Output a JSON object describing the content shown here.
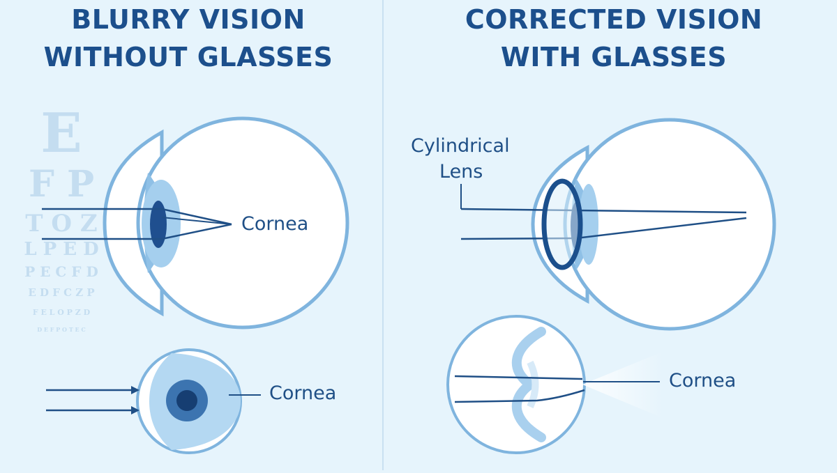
{
  "left_panel": {
    "title_line1": "BLURRY VISION",
    "title_line2": "WITHOUT GLASSES",
    "cornea_label_top": "Cornea",
    "cornea_label_bottom": "Cornea"
  },
  "right_panel": {
    "title_line1": "CORRECTED VISION",
    "title_line2": "WITH GLASSES",
    "lens_label_line1": "Cylindrical",
    "lens_label_line2": "Lens",
    "cornea_label": "Cornea"
  },
  "eye_chart": {
    "rows": [
      "E",
      "F P",
      "T O Z",
      "L P E D",
      "P E C F D",
      "E D F C Z P",
      "F E L O P Z D",
      "D E F P O T E C"
    ]
  },
  "colors": {
    "background": "#e6f4fc",
    "title": "#1c4f8c",
    "outline": "#7fb4de",
    "iris": "#9cc8ea",
    "pupil": "#1f4f8f",
    "ray": "#1f4f86"
  }
}
